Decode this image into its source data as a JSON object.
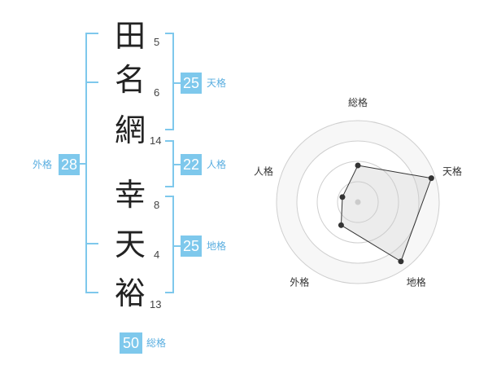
{
  "name": {
    "surname": [
      {
        "char": "田",
        "strokes": "5"
      },
      {
        "char": "名",
        "strokes": "6"
      },
      {
        "char": "網",
        "strokes": "14"
      }
    ],
    "given": [
      {
        "char": "幸",
        "strokes": "8"
      },
      {
        "char": "天",
        "strokes": "4"
      },
      {
        "char": "裕",
        "strokes": "13"
      }
    ]
  },
  "fortunes": {
    "tenkaku": {
      "value": "25",
      "label": "天格"
    },
    "jinkaku": {
      "value": "22",
      "label": "人格"
    },
    "chikaku": {
      "value": "25",
      "label": "地格"
    },
    "gaikaku": {
      "value": "28",
      "label": "外格"
    },
    "soukaku": {
      "value": "50",
      "label": "総格"
    }
  },
  "colors": {
    "accent": "#7ec8ec",
    "text": "#222222"
  },
  "chart_data": {
    "type": "radar",
    "axes": [
      "総格",
      "天格",
      "地格",
      "外格",
      "人格"
    ],
    "values": [
      0.45,
      0.95,
      0.9,
      0.35,
      0.2
    ],
    "rings": 4
  }
}
